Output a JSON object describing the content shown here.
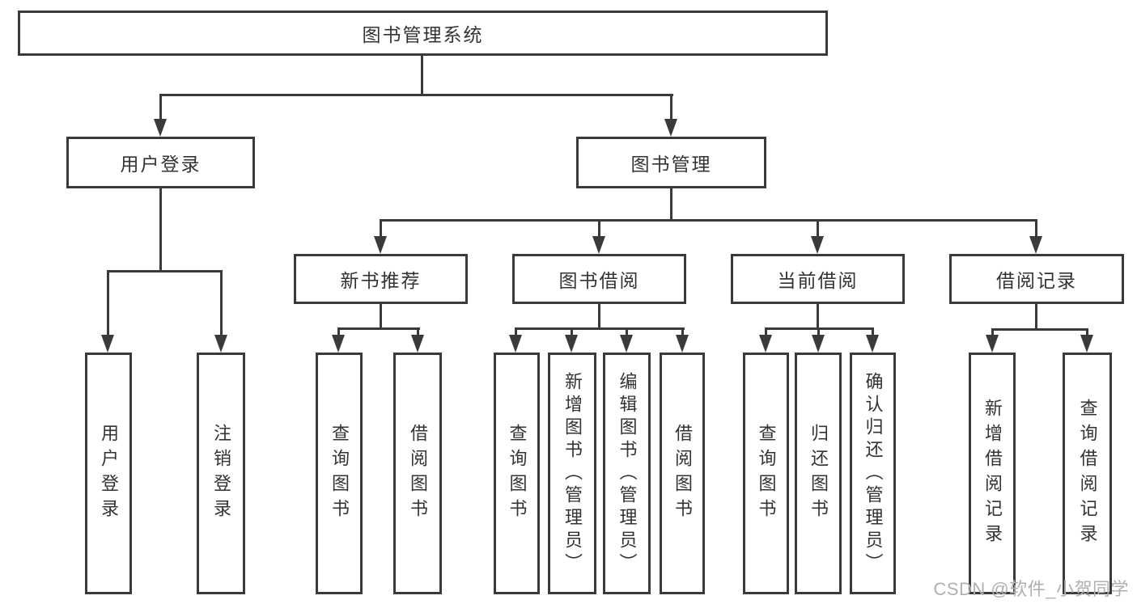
{
  "diagram": {
    "title": "图书管理系统",
    "nodes": {
      "root": {
        "label": "图书管理系统"
      },
      "user_login": {
        "label": "用户登录"
      },
      "book_mgmt": {
        "label": "图书管理"
      },
      "new_book_rec": {
        "label": "新书推荐"
      },
      "book_borrow": {
        "label": "图书借阅"
      },
      "current_borrow": {
        "label": "当前借阅"
      },
      "borrow_records": {
        "label": "借阅记录"
      },
      "leaf_user_login": {
        "label": "用户登录"
      },
      "leaf_logout": {
        "label": "注销登录"
      },
      "leaf_query_book_1": {
        "label": "查询图书"
      },
      "leaf_borrow_book_1": {
        "label": "借阅图书"
      },
      "leaf_query_book_2": {
        "label": "查询图书"
      },
      "leaf_add_book": {
        "label": "新增图书（管理员）"
      },
      "leaf_edit_book": {
        "label": "编辑图书（管理员）"
      },
      "leaf_borrow_book_2": {
        "label": "借阅图书"
      },
      "leaf_query_book_3": {
        "label": "查询图书"
      },
      "leaf_return_book": {
        "label": "归还图书"
      },
      "leaf_confirm_return": {
        "label": "确认归还（管理员）"
      },
      "leaf_add_record": {
        "label": "新增借阅记录"
      },
      "leaf_query_record": {
        "label": "查询借阅记录"
      }
    },
    "watermark": "CSDN @软件_小贺同学",
    "colors": {
      "line": "#3a3a3a",
      "text": "#333333",
      "background": "#ffffff",
      "watermark": "#b0b0b0"
    }
  }
}
